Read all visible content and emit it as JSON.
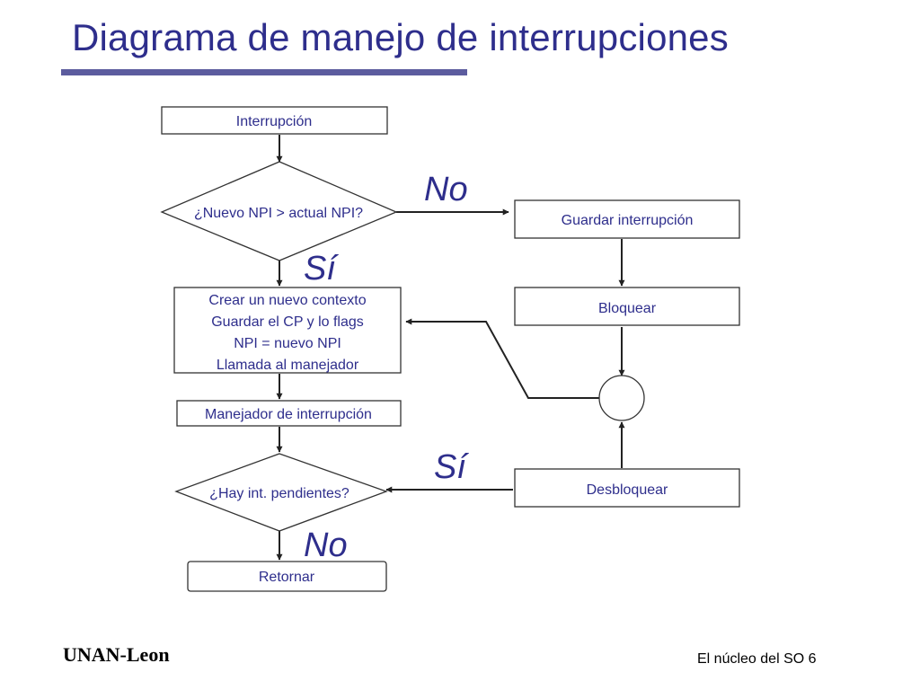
{
  "slide": {
    "title": "Diagrama de manejo de interrupciones",
    "footer_left": "UNAN-Leon",
    "footer_right": "El núcleo del SO 6"
  },
  "nodes": {
    "interrupcion": "Interrupción",
    "decision_npi": "¿Nuevo NPI > actual NPI?",
    "guardar": "Guardar interrupción",
    "crear_lines": [
      "Crear un nuevo contexto",
      "Guardar el CP y lo flags",
      "NPI = nuevo NPI",
      "Llamada al manejador"
    ],
    "bloquear": "Bloquear",
    "manejador": "Manejador de interrupción",
    "decision_pend": "¿Hay int. pendientes?",
    "desbloquear": "Desbloquear",
    "retornar": "Retornar"
  },
  "edge_labels": {
    "no_top": "No",
    "si_top": "Sí",
    "si_bottom": "Sí",
    "no_bottom": "No"
  }
}
